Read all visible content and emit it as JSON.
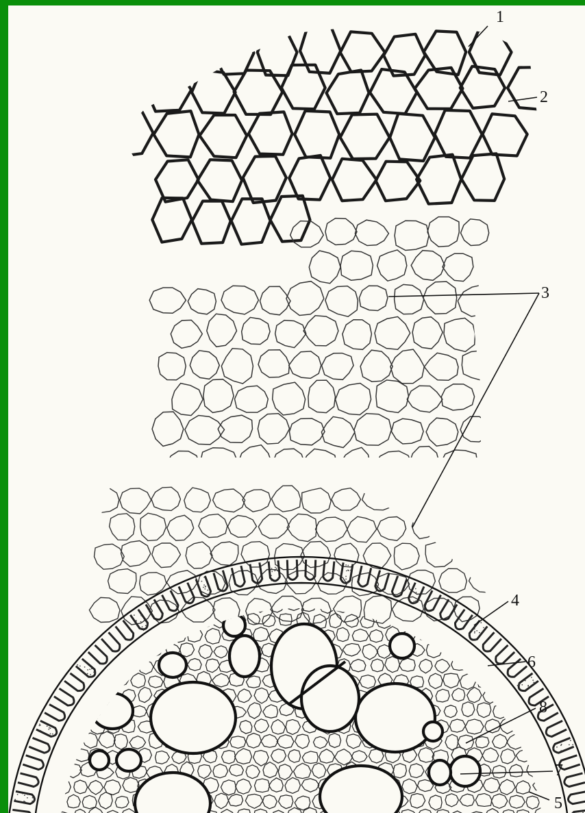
{
  "figure": {
    "labels": [
      {
        "id": "1",
        "text": "1"
      },
      {
        "id": "2",
        "text": "2"
      },
      {
        "id": "3",
        "text": "3"
      },
      {
        "id": "4",
        "text": "4"
      },
      {
        "id": "5",
        "text": "5"
      },
      {
        "id": "6",
        "text": "6"
      },
      {
        "id": "7",
        "text": "7"
      },
      {
        "id": "8",
        "text": "8"
      }
    ]
  },
  "colors": {
    "frame": "#0a8f0a",
    "paper": "#fbfaf4",
    "ink": "#111111"
  }
}
